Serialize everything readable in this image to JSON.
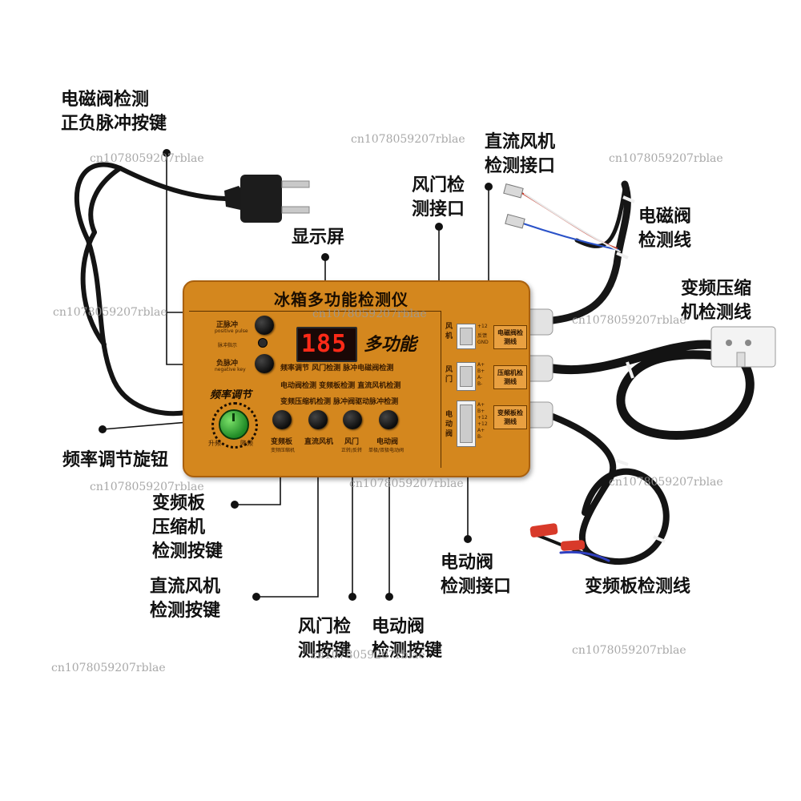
{
  "callouts": {
    "solenoid_pulse_key": [
      "电磁阀检测",
      "正负脉冲按键"
    ],
    "dc_fan_port": [
      "直流风机",
      "检测接口"
    ],
    "damper_port": [
      "风门检",
      "测接口"
    ],
    "solenoid_line": [
      "电磁阀",
      "检测线"
    ],
    "display": "显示屏",
    "inverter_comp_line": [
      "变频压缩",
      "机检测线"
    ],
    "freq_knob": "频率调节旋钮",
    "inverter_comp_key": [
      "变频板",
      "压缩机",
      "检测按键"
    ],
    "dc_fan_key": [
      "直流风机",
      "检测按键"
    ],
    "motor_valve_port": [
      "电动阀",
      "检测接口"
    ],
    "inverter_board_line": "变频板检测线",
    "damper_key": [
      "风门检",
      "测按键"
    ],
    "motor_valve_key": [
      "电动阀",
      "检测按键"
    ]
  },
  "panel": {
    "title": "冰箱多功能检测仪",
    "display_value": "185",
    "multi_function": "多功能",
    "pulse_pos": "正脉冲",
    "pulse_pos_en": "positive pulse",
    "pulse_indicator": "脉冲指示",
    "pulse_neg": "负脉冲",
    "pulse_neg_en": "negative key",
    "freq_adjust": "频率调节",
    "freq_up": "升频",
    "freq_down": "降频",
    "feature_rows": [
      "频率调节  风门检测  脉冲电磁阀检测",
      "电动阀检测  变频板检测  直流风机检测",
      "变频压缩机检测  脉冲阀驱动脉冲检测"
    ],
    "buttons": [
      {
        "label": "变频板",
        "sub": "变频压缩机"
      },
      {
        "label": "直流风机",
        "sub": ""
      },
      {
        "label": "风门",
        "sub": "正转/反转"
      },
      {
        "label": "电动阀",
        "sub": "单极/双极电动阀"
      }
    ],
    "ports": {
      "fan_label": "风机",
      "fan_pins": [
        "+12",
        "反馈",
        "GND"
      ],
      "damper_label": "风门",
      "damper_pins": [
        "A+",
        "B+",
        "A-",
        "B-"
      ],
      "valve_label": "电动阀",
      "valve_pins": [
        "A+",
        "B+",
        "+12",
        "+12",
        "A+",
        "B-"
      ]
    },
    "side_boxes": [
      "电磁阀检测线",
      "压缩机检测线",
      "变频板检测线"
    ]
  },
  "watermark": "cn1078059207rblae"
}
